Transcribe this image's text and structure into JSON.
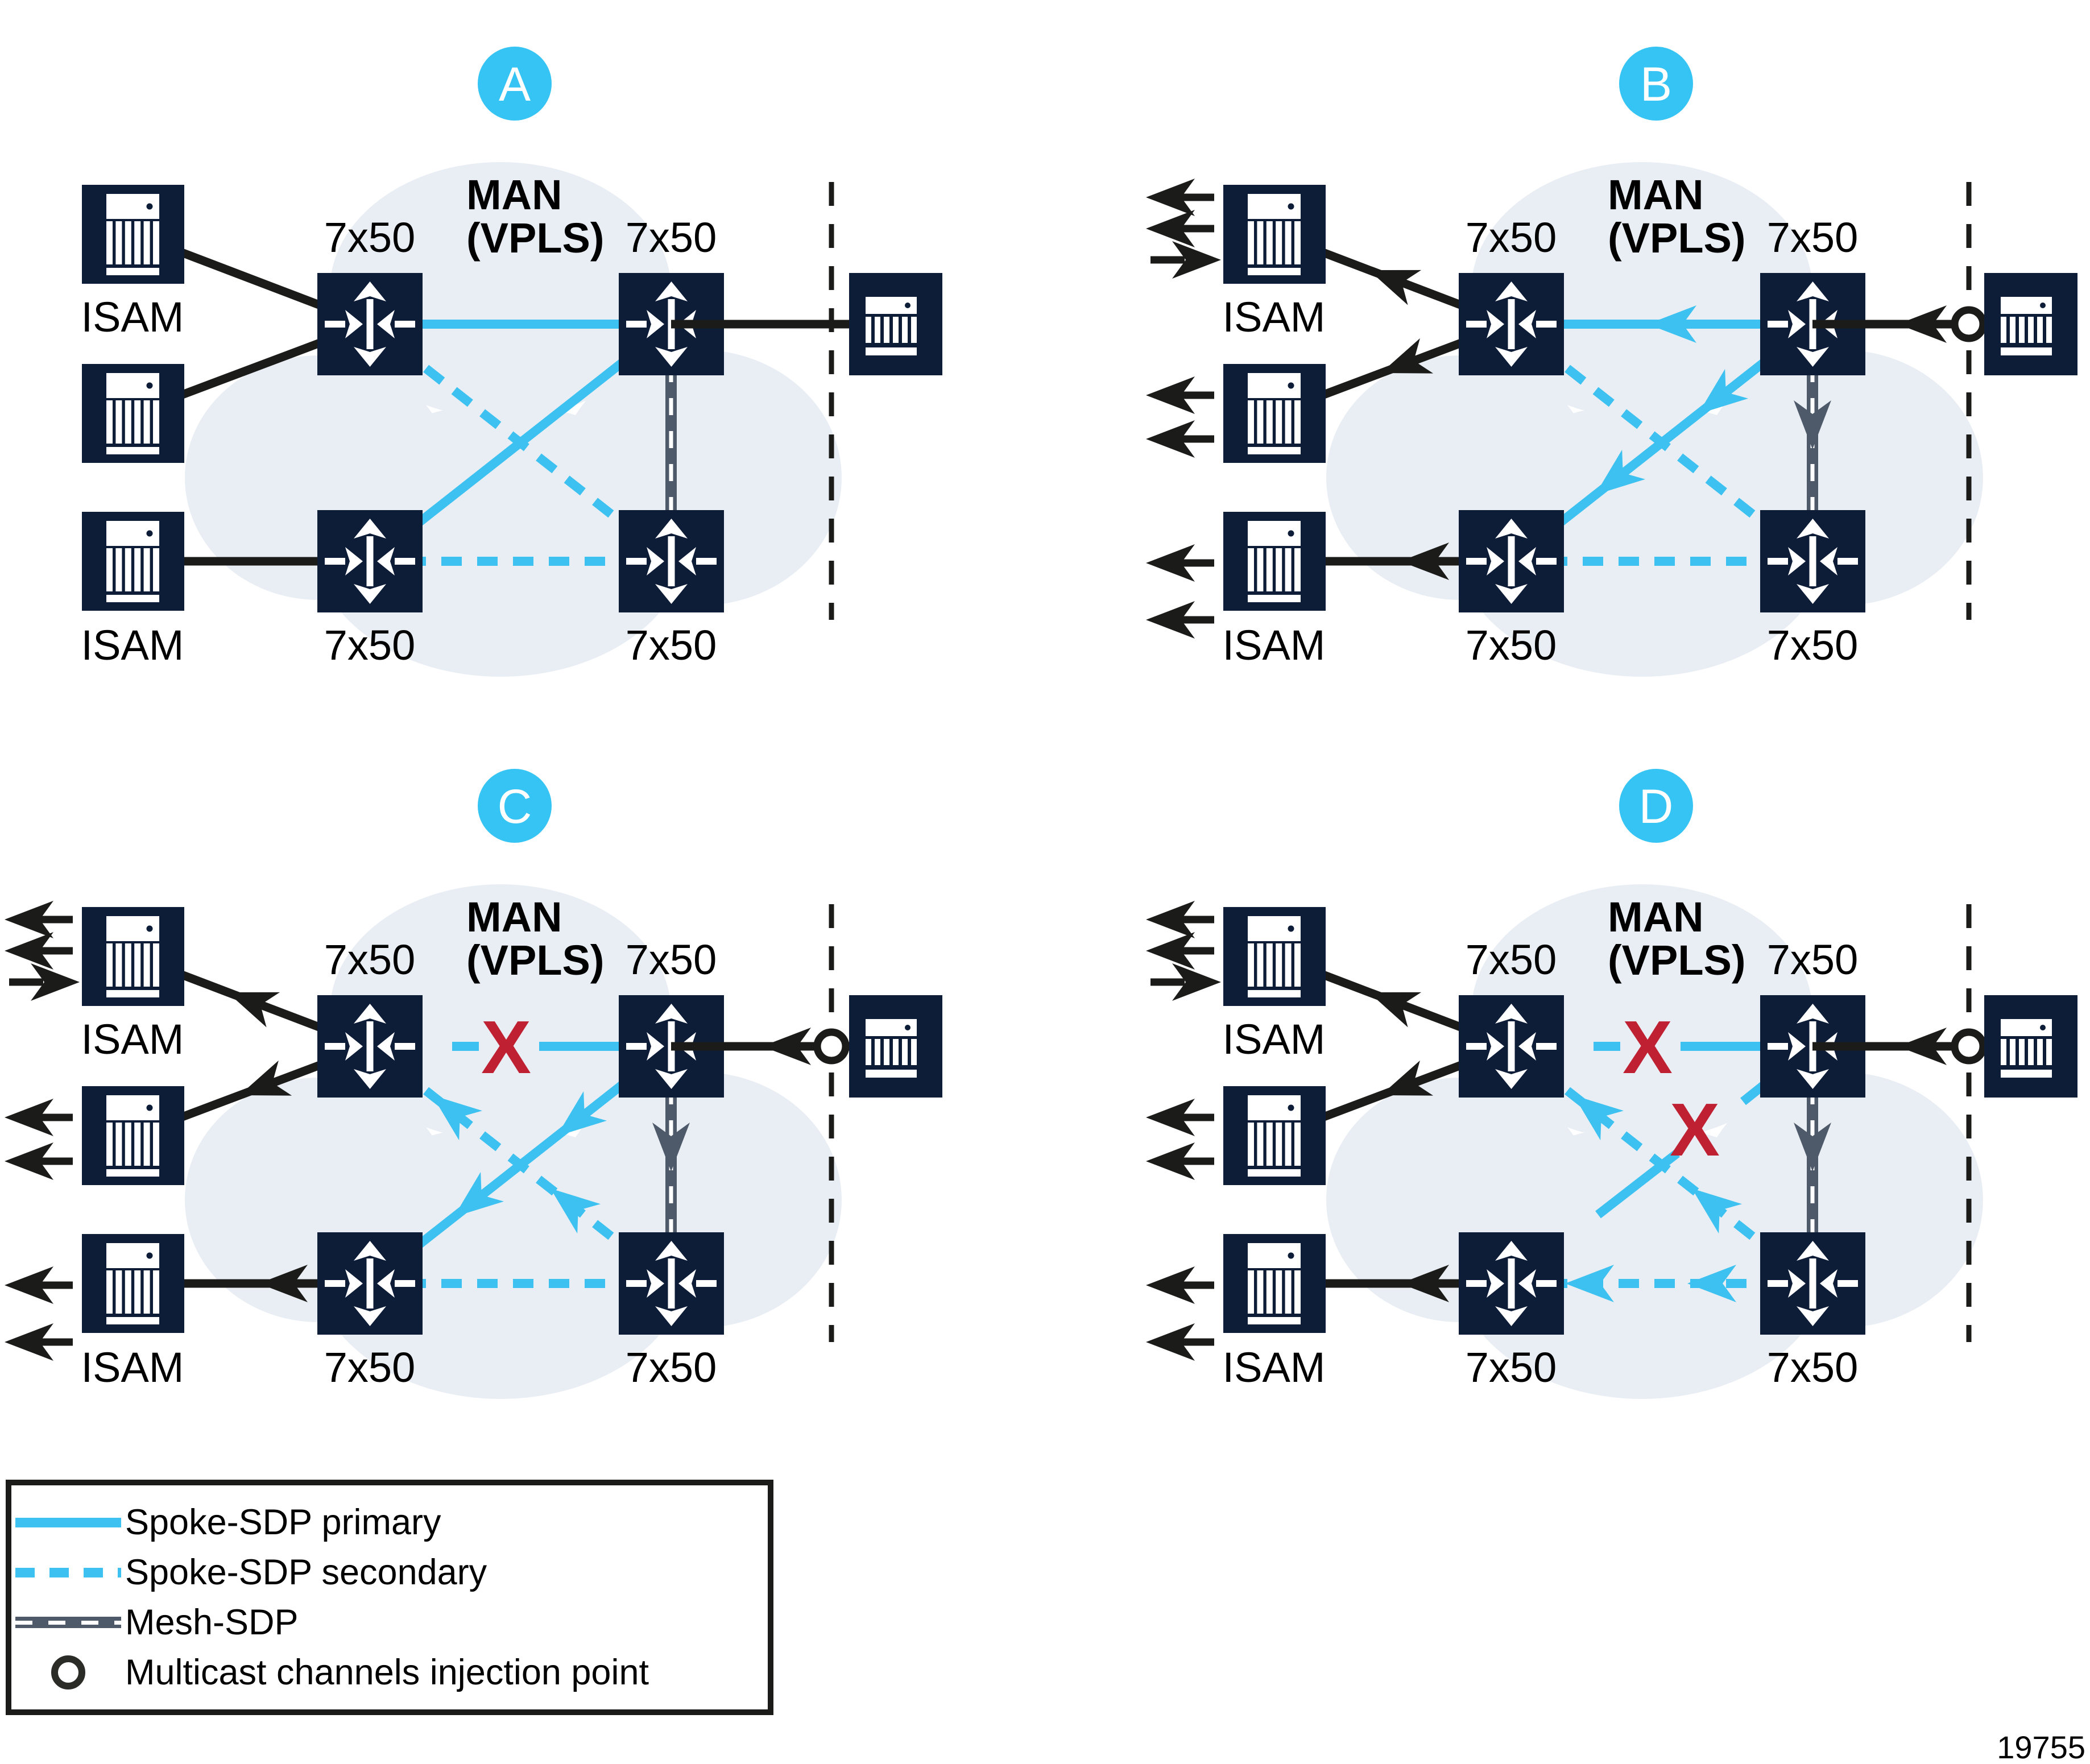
{
  "figure_number": "19755",
  "shared": {
    "man_label_line1": "MAN",
    "man_label_line2": "(VPLS)",
    "router_label": "7x50",
    "isam_label": "ISAM",
    "x_mark": "X"
  },
  "legend": {
    "items": [
      {
        "name": "spoke-sdp-primary",
        "label": "Spoke-SDP primary",
        "style": "solid-cyan"
      },
      {
        "name": "spoke-sdp-secondary",
        "label": "Spoke-SDP secondary",
        "style": "dashed-cyan"
      },
      {
        "name": "mesh-sdp",
        "label": "Mesh-SDP",
        "style": "gray-railroad"
      },
      {
        "name": "multicast-injection-point",
        "label": "Multicast channels injection point",
        "style": "ring"
      }
    ]
  },
  "colors": {
    "navy": "#0d1c37",
    "cyan": "#3cc1f0",
    "badge": "#35c4f3",
    "mesh_gray": "#4e5a6a",
    "cloud": "#e9eef4",
    "black": "#1b1b19",
    "fail_red": "#bf2032"
  },
  "panels": [
    {
      "badge": "A",
      "layout": "left",
      "multicast_flows": false,
      "injection_point": false,
      "failed_primary_top": false,
      "failed_primary_diagonal": false,
      "arrows": {
        "primary_top": false,
        "primary_diagonal": false,
        "secondary_diagonal": false,
        "secondary_bottom": false,
        "mesh": false
      }
    },
    {
      "badge": "B",
      "layout": "right",
      "multicast_flows": true,
      "injection_point": true,
      "failed_primary_top": false,
      "failed_primary_diagonal": false,
      "arrows": {
        "primary_top": true,
        "primary_diagonal": true,
        "secondary_diagonal": false,
        "secondary_bottom": false,
        "mesh": true
      }
    },
    {
      "badge": "C",
      "layout": "left",
      "multicast_flows": true,
      "injection_point": true,
      "failed_primary_top": true,
      "failed_primary_diagonal": false,
      "arrows": {
        "primary_top": false,
        "primary_diagonal": true,
        "secondary_diagonal": true,
        "secondary_bottom": false,
        "mesh": true
      }
    },
    {
      "badge": "D",
      "layout": "right",
      "multicast_flows": true,
      "injection_point": true,
      "failed_primary_top": true,
      "failed_primary_diagonal": true,
      "arrows": {
        "primary_top": false,
        "primary_diagonal": false,
        "secondary_diagonal": true,
        "secondary_bottom": true,
        "mesh": true
      }
    }
  ]
}
